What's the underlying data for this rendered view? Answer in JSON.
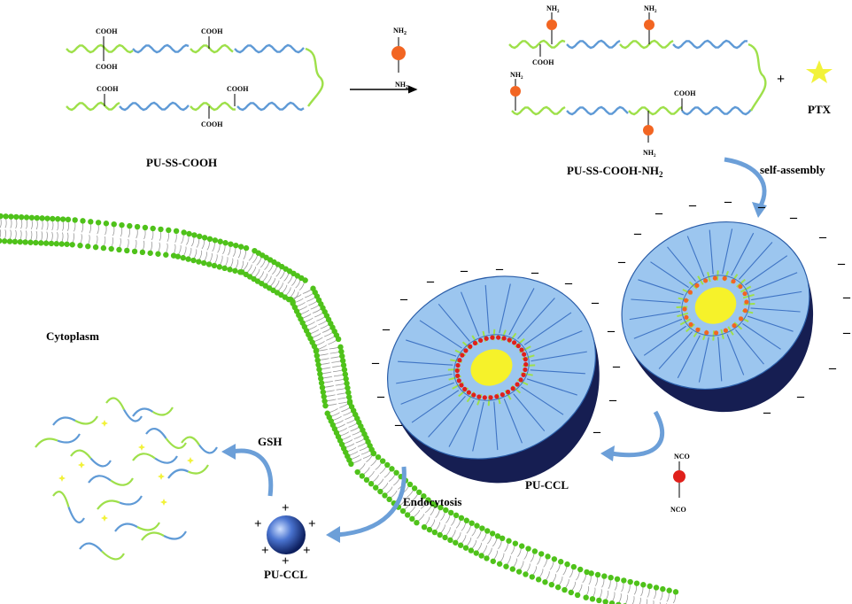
{
  "labels": {
    "polymer1": "PU-SS-COOH",
    "polymer2_main": "PU-SS-COOH-NH",
    "polymer2_sub": "2",
    "ptx": "PTX",
    "plus": "+",
    "self_assembly": "self-assembly",
    "cytoplasm": "Cytoplasm",
    "gsh": "GSH",
    "endocytosis": "Endocytosis",
    "pucl_micelle": "PU-CCL",
    "pucl_sphere": "PU-CCL",
    "nco_top": "NCO",
    "nco_bottom": "NCO"
  },
  "groups": {
    "cooh": "COOH",
    "nh2": "NH",
    "nh2_sub": "2"
  },
  "charges": {
    "negative": "–",
    "positive": "+"
  },
  "colors": {
    "chain_green": "#9ee04a",
    "chain_blue": "#5f9ad6",
    "node_orange": "#f26522",
    "nco_red": "#e0201b",
    "membrane_head": "#4fc21a",
    "membrane_tail": "#9a9a9a",
    "micelle_top": "#9cc6ef",
    "micelle_petal": "#7aaee6",
    "micelle_side": "#161e52",
    "core_yellow": "#f6f22a",
    "star_yellow": "#f2f23a",
    "arrow_blue": "#6c9fd8",
    "sphere_blue": "#2b4fb8"
  },
  "icons": {
    "ptx": "star-icon",
    "reaction_arrow": "arrow-right-icon",
    "sphere": "nanoparticle-sphere-icon"
  }
}
